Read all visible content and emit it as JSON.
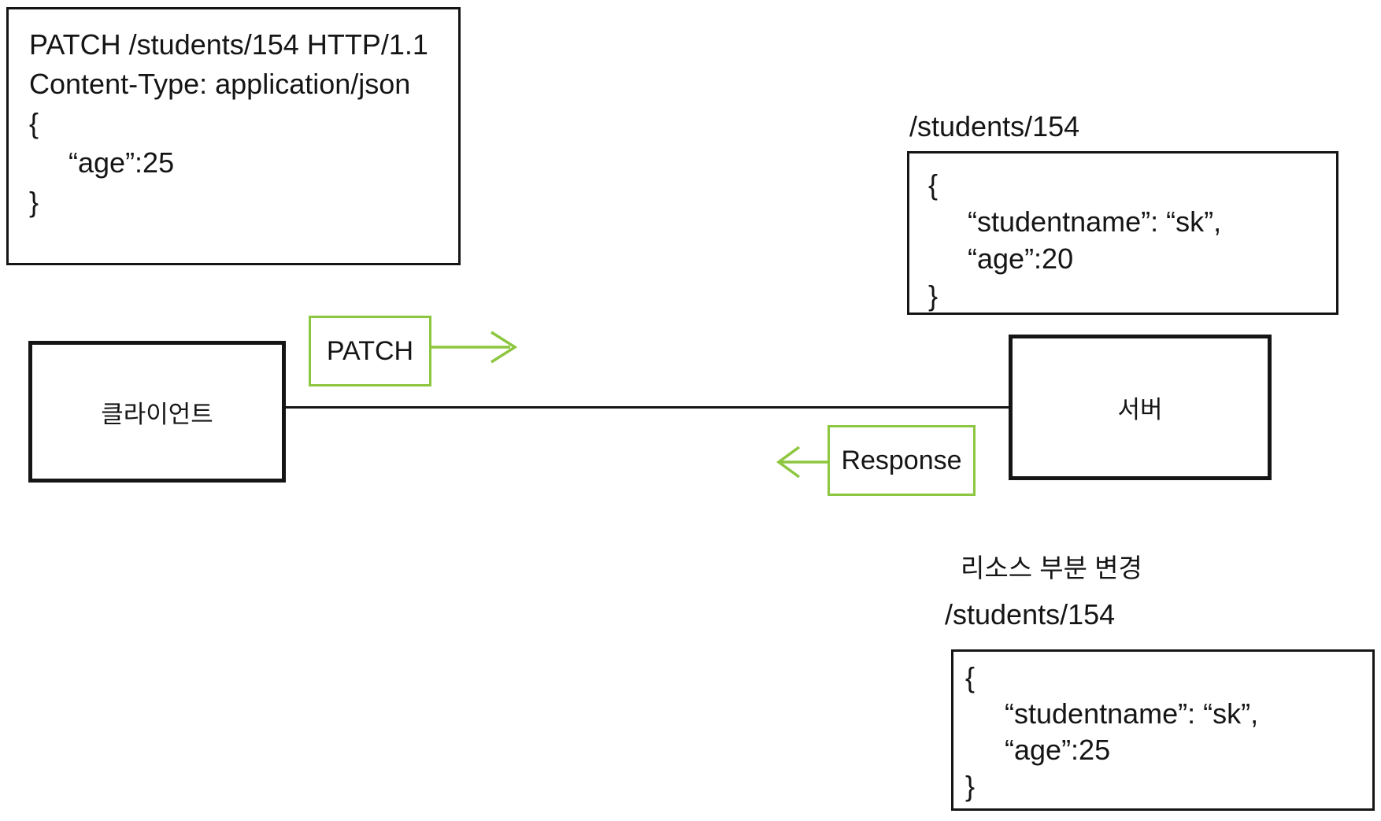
{
  "colors": {
    "accent_green": "#8dc63f",
    "ink": "#151515"
  },
  "request_box": {
    "lines": [
      "PATCH /students/154 HTTP/1.1",
      "Content-Type: application/json",
      "",
      "{",
      "     “age”:25",
      "}"
    ]
  },
  "client": {
    "label": "클라이언트"
  },
  "server": {
    "label": "서버"
  },
  "flow": {
    "request_label": "PATCH",
    "response_label": "Response"
  },
  "server_resource": {
    "path": "/students/154",
    "json_lines": [
      "{",
      "     “studentname”: “sk”,",
      "     “age”:20",
      "}"
    ]
  },
  "result": {
    "caption": "리소스 부분 변경",
    "path": "/students/154",
    "json_lines": [
      "{",
      "     “studentname”: “sk”,",
      "     “age”:25",
      "}"
    ]
  }
}
